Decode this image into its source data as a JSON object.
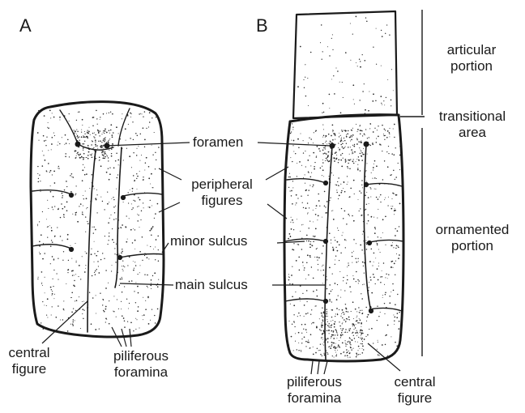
{
  "panels": {
    "a": "A",
    "b": "B"
  },
  "labels": {
    "foramen": "foramen",
    "peripheral_figures_1": "peripheral",
    "peripheral_figures_2": "figures",
    "minor_sulcus": "minor sulcus",
    "main_sulcus": "main sulcus",
    "central_figure_a_1": "central",
    "central_figure_a_2": "figure",
    "piliferous_foramina_a_1": "piliferous",
    "piliferous_foramina_a_2": "foramina",
    "piliferous_foramina_b_1": "piliferous",
    "piliferous_foramina_b_2": "foramina",
    "central_figure_b_1": "central",
    "central_figure_b_2": "figure"
  },
  "regions": {
    "articular_1": "articular",
    "articular_2": "portion",
    "transitional_1": "transitional",
    "transitional_2": "area",
    "ornamented_1": "ornamented",
    "ornamented_2": "portion"
  },
  "colors": {
    "ink": "#1a1a1a",
    "stipple": "#2a2a2a",
    "background": "#ffffff"
  }
}
